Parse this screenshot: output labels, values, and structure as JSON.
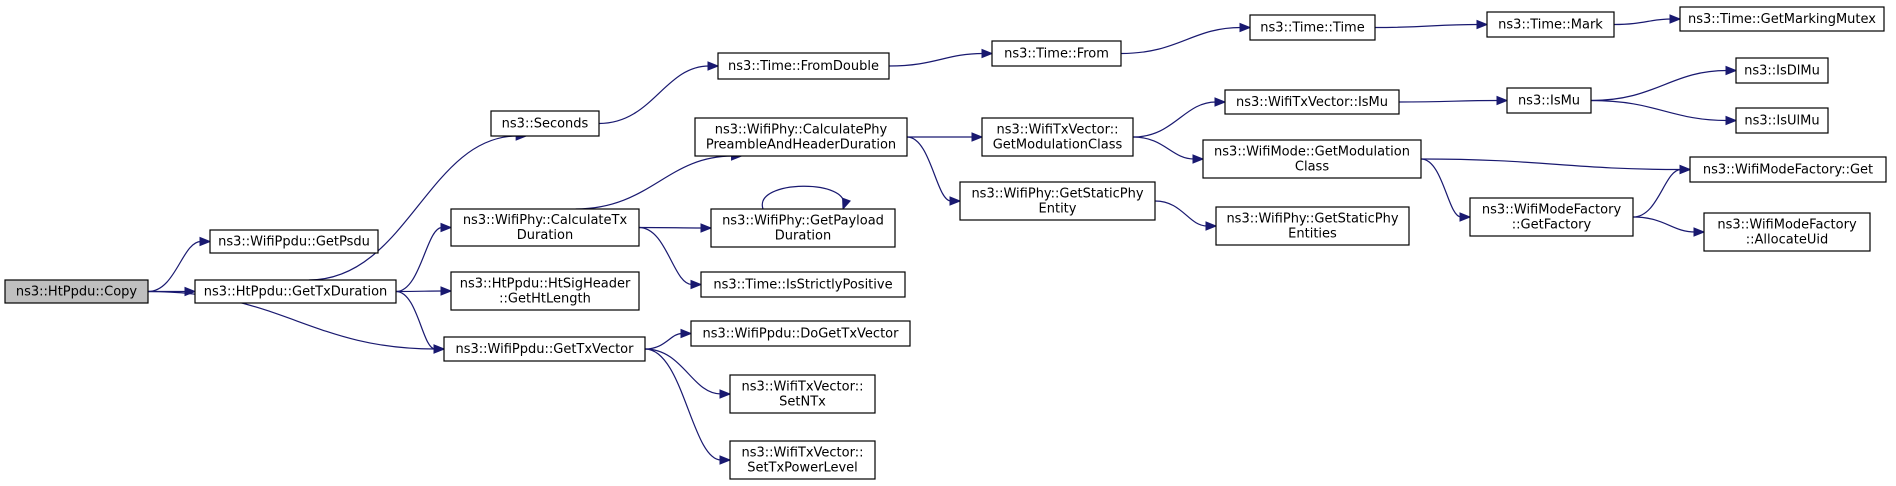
{
  "colors": {
    "edge": "#191970",
    "root_fill": "#bfbfbf",
    "node_fill": "#ffffff",
    "border": "#000000"
  },
  "nodes": [
    {
      "id": "copy",
      "lines": [
        "ns3::HtPpdu::Copy"
      ],
      "root": true
    },
    {
      "id": "getpsdu",
      "lines": [
        "ns3::WifiPpdu::GetPsdu"
      ]
    },
    {
      "id": "gettxduration",
      "lines": [
        "ns3::HtPpdu::GetTxDuration"
      ]
    },
    {
      "id": "gettxvector",
      "lines": [
        "ns3::WifiPpdu::GetTxVector"
      ]
    },
    {
      "id": "seconds",
      "lines": [
        "ns3::Seconds"
      ]
    },
    {
      "id": "calctxduration",
      "lines": [
        "ns3::WifiPhy::CalculateTx",
        "Duration"
      ]
    },
    {
      "id": "gethtlength",
      "lines": [
        "ns3::HtPpdu::HtSigHeader",
        "::GetHtLength"
      ]
    },
    {
      "id": "fromdouble",
      "lines": [
        "ns3::Time::FromDouble"
      ]
    },
    {
      "id": "calcpreamble",
      "lines": [
        "ns3::WifiPhy::CalculatePhy",
        "PreambleAndHeaderDuration"
      ]
    },
    {
      "id": "getpayload",
      "lines": [
        "ns3::WifiPhy::GetPayload",
        "Duration"
      ]
    },
    {
      "id": "isstrictlypositive",
      "lines": [
        "ns3::Time::IsStrictlyPositive"
      ]
    },
    {
      "id": "dogettxvector",
      "lines": [
        "ns3::WifiPpdu::DoGetTxVector"
      ]
    },
    {
      "id": "setntx",
      "lines": [
        "ns3::WifiTxVector::",
        "SetNTx"
      ]
    },
    {
      "id": "settxpower",
      "lines": [
        "ns3::WifiTxVector::",
        "SetTxPowerLevel"
      ]
    },
    {
      "id": "timefrom",
      "lines": [
        "ns3::Time::From"
      ]
    },
    {
      "id": "getmodclass",
      "lines": [
        "ns3::WifiTxVector::",
        "GetModulationClass"
      ]
    },
    {
      "id": "getstaticphyentity",
      "lines": [
        "ns3::WifiPhy::GetStaticPhy",
        "Entity"
      ]
    },
    {
      "id": "timetime",
      "lines": [
        "ns3::Time::Time"
      ]
    },
    {
      "id": "txvismu",
      "lines": [
        "ns3::WifiTxVector::IsMu"
      ]
    },
    {
      "id": "modegetmodclass",
      "lines": [
        "ns3::WifiMode::GetModulation",
        "Class"
      ]
    },
    {
      "id": "getstaticphyentities",
      "lines": [
        "ns3::WifiPhy::GetStaticPhy",
        "Entities"
      ]
    },
    {
      "id": "timemark",
      "lines": [
        "ns3::Time::Mark"
      ]
    },
    {
      "id": "ismu",
      "lines": [
        "ns3::IsMu"
      ]
    },
    {
      "id": "getfactory",
      "lines": [
        "ns3::WifiModeFactory",
        "::GetFactory"
      ]
    },
    {
      "id": "getmarkingmutex",
      "lines": [
        "ns3::Time::GetMarkingMutex"
      ]
    },
    {
      "id": "isdlmu",
      "lines": [
        "ns3::IsDlMu"
      ]
    },
    {
      "id": "isulmu",
      "lines": [
        "ns3::IsUlMu"
      ]
    },
    {
      "id": "factoryget",
      "lines": [
        "ns3::WifiModeFactory::Get"
      ]
    },
    {
      "id": "allocateuid",
      "lines": [
        "ns3::WifiModeFactory",
        "::AllocateUid"
      ]
    }
  ],
  "edges": [
    [
      "copy",
      "getpsdu"
    ],
    [
      "copy",
      "gettxduration"
    ],
    [
      "copy",
      "gettxvector"
    ],
    [
      "gettxduration",
      "seconds"
    ],
    [
      "gettxduration",
      "calctxduration"
    ],
    [
      "gettxduration",
      "gethtlength"
    ],
    [
      "gettxduration",
      "gettxvector"
    ],
    [
      "seconds",
      "fromdouble"
    ],
    [
      "fromdouble",
      "timefrom"
    ],
    [
      "timefrom",
      "timetime"
    ],
    [
      "timetime",
      "timemark"
    ],
    [
      "timemark",
      "getmarkingmutex"
    ],
    [
      "calctxduration",
      "calcpreamble"
    ],
    [
      "calctxduration",
      "getpayload"
    ],
    [
      "calctxduration",
      "isstrictlypositive"
    ],
    [
      "getpayload",
      "getpayload"
    ],
    [
      "calcpreamble",
      "getmodclass"
    ],
    [
      "calcpreamble",
      "getstaticphyentity"
    ],
    [
      "getmodclass",
      "txvismu"
    ],
    [
      "getmodclass",
      "modegetmodclass"
    ],
    [
      "txvismu",
      "ismu"
    ],
    [
      "ismu",
      "isdlmu"
    ],
    [
      "ismu",
      "isulmu"
    ],
    [
      "modegetmodclass",
      "factoryget"
    ],
    [
      "modegetmodclass",
      "getfactory"
    ],
    [
      "getfactory",
      "factoryget"
    ],
    [
      "getfactory",
      "allocateuid"
    ],
    [
      "getstaticphyentity",
      "getstaticphyentities"
    ],
    [
      "gettxvector",
      "dogettxvector"
    ],
    [
      "gettxvector",
      "setntx"
    ],
    [
      "gettxvector",
      "settxpower"
    ]
  ]
}
